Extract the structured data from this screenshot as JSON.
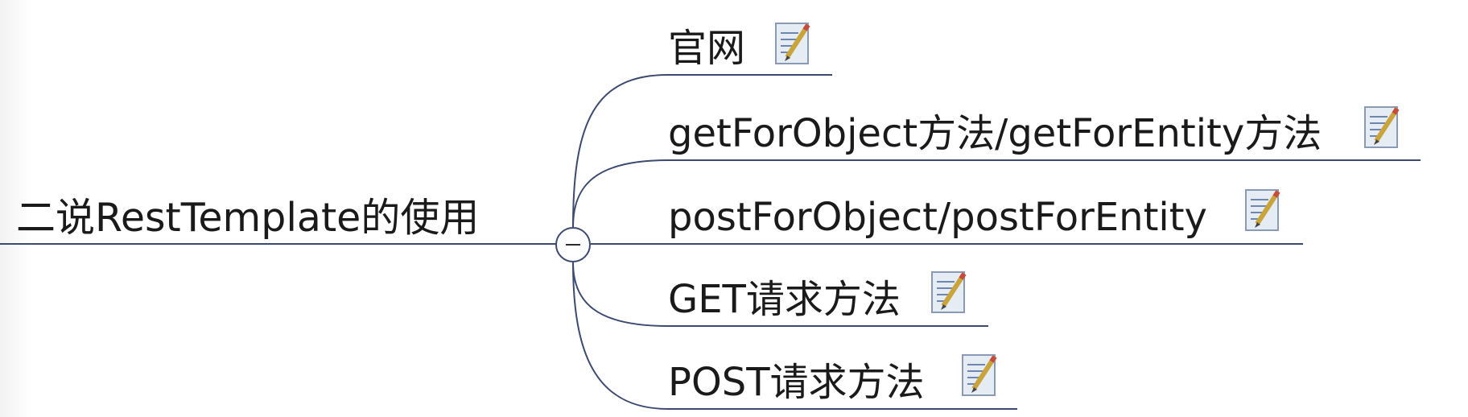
{
  "mindmap": {
    "root": {
      "label": "二说RestTemplate的使用"
    },
    "branches": [
      {
        "label": "官网",
        "icon": "note-pencil-icon"
      },
      {
        "label": "getForObject方法/getForEntity方法",
        "icon": "note-pencil-icon"
      },
      {
        "label": "postForObject/postForEntity",
        "icon": "note-pencil-icon"
      },
      {
        "label": "GET请求方法",
        "icon": "note-pencil-icon"
      },
      {
        "label": "POST请求方法",
        "icon": "note-pencil-icon"
      }
    ],
    "colors": {
      "connector": "#3c4a72",
      "text": "#1a1a1a"
    }
  }
}
